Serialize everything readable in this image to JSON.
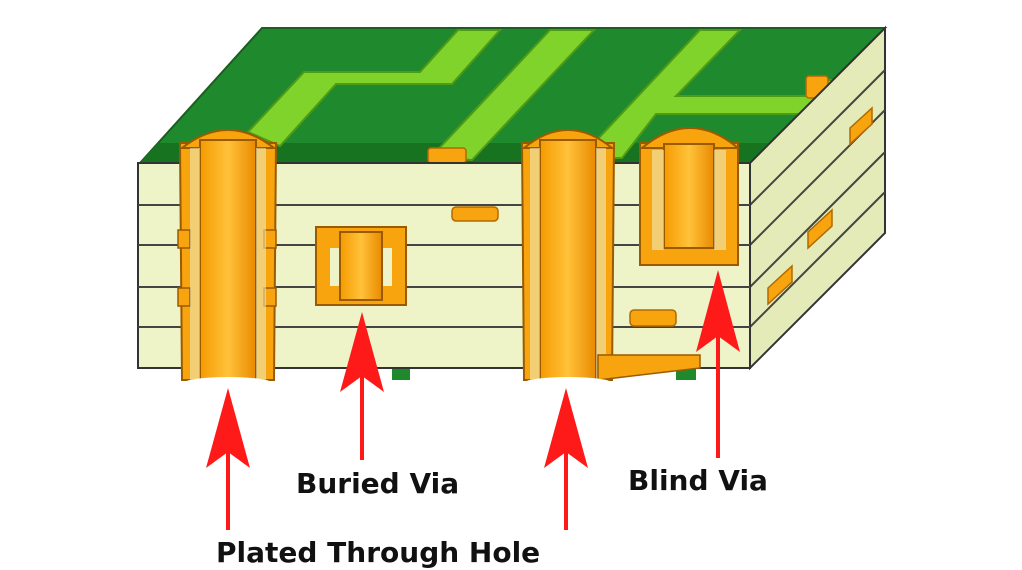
{
  "labels": {
    "plated_through_hole": "Plated Through Hole",
    "buried_via": "Buried Via",
    "blind_via": "Blind Via"
  },
  "colors": {
    "solder_mask": "#1e8b2e",
    "copper_trace": "#7fd32a",
    "substrate_front": "#eef3c8",
    "substrate_side": "#e4ebb8",
    "copper_plating": "#f7a40f",
    "copper_hole": "#f39a00",
    "arrow": "#ff1a1a",
    "outline": "#222222"
  }
}
